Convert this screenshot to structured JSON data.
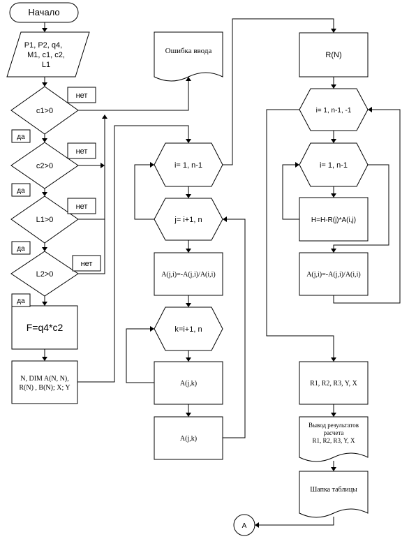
{
  "flowchart": {
    "start": "Начало",
    "input": [
      "P1, P2, q4,",
      "M1, c1, c2,",
      "L1"
    ],
    "error": "Ошибка ввода",
    "cond_c1": "c1>0",
    "cond_c2": "c2>0",
    "cond_l1": "L1>0",
    "cond_l2": "L2>0",
    "no": "нет",
    "yes": "да",
    "formula": "F=q4*c2",
    "dim": [
      "N, DIM A(N, N),",
      "R(N) , B(N); X; Y"
    ],
    "loop_i": "i= 1, n-1",
    "loop_j": "j= i+1, n",
    "assign_aji": "A(j,i)=-A(j,i)/A(i,i)",
    "loop_k": "k=i+1, n",
    "ajk1": "A(j,k)",
    "ajk2": "A(j,k)",
    "rn": "R(N)",
    "loop_back": "i= 1, n-1, -1",
    "loop_i2": "i= 1, n-1",
    "h_assign": "H=H-R(j)*A(i,j)",
    "assign_aji2": "A(j,i)=-A(j,i)/A(i,i)",
    "result_vars": "R1, R2, R3, Y, X",
    "output": [
      "Вывод результатов",
      "расчета",
      "R1, R2, R3, Y, X"
    ],
    "header": "Шапка таблицы",
    "connector": "A"
  }
}
